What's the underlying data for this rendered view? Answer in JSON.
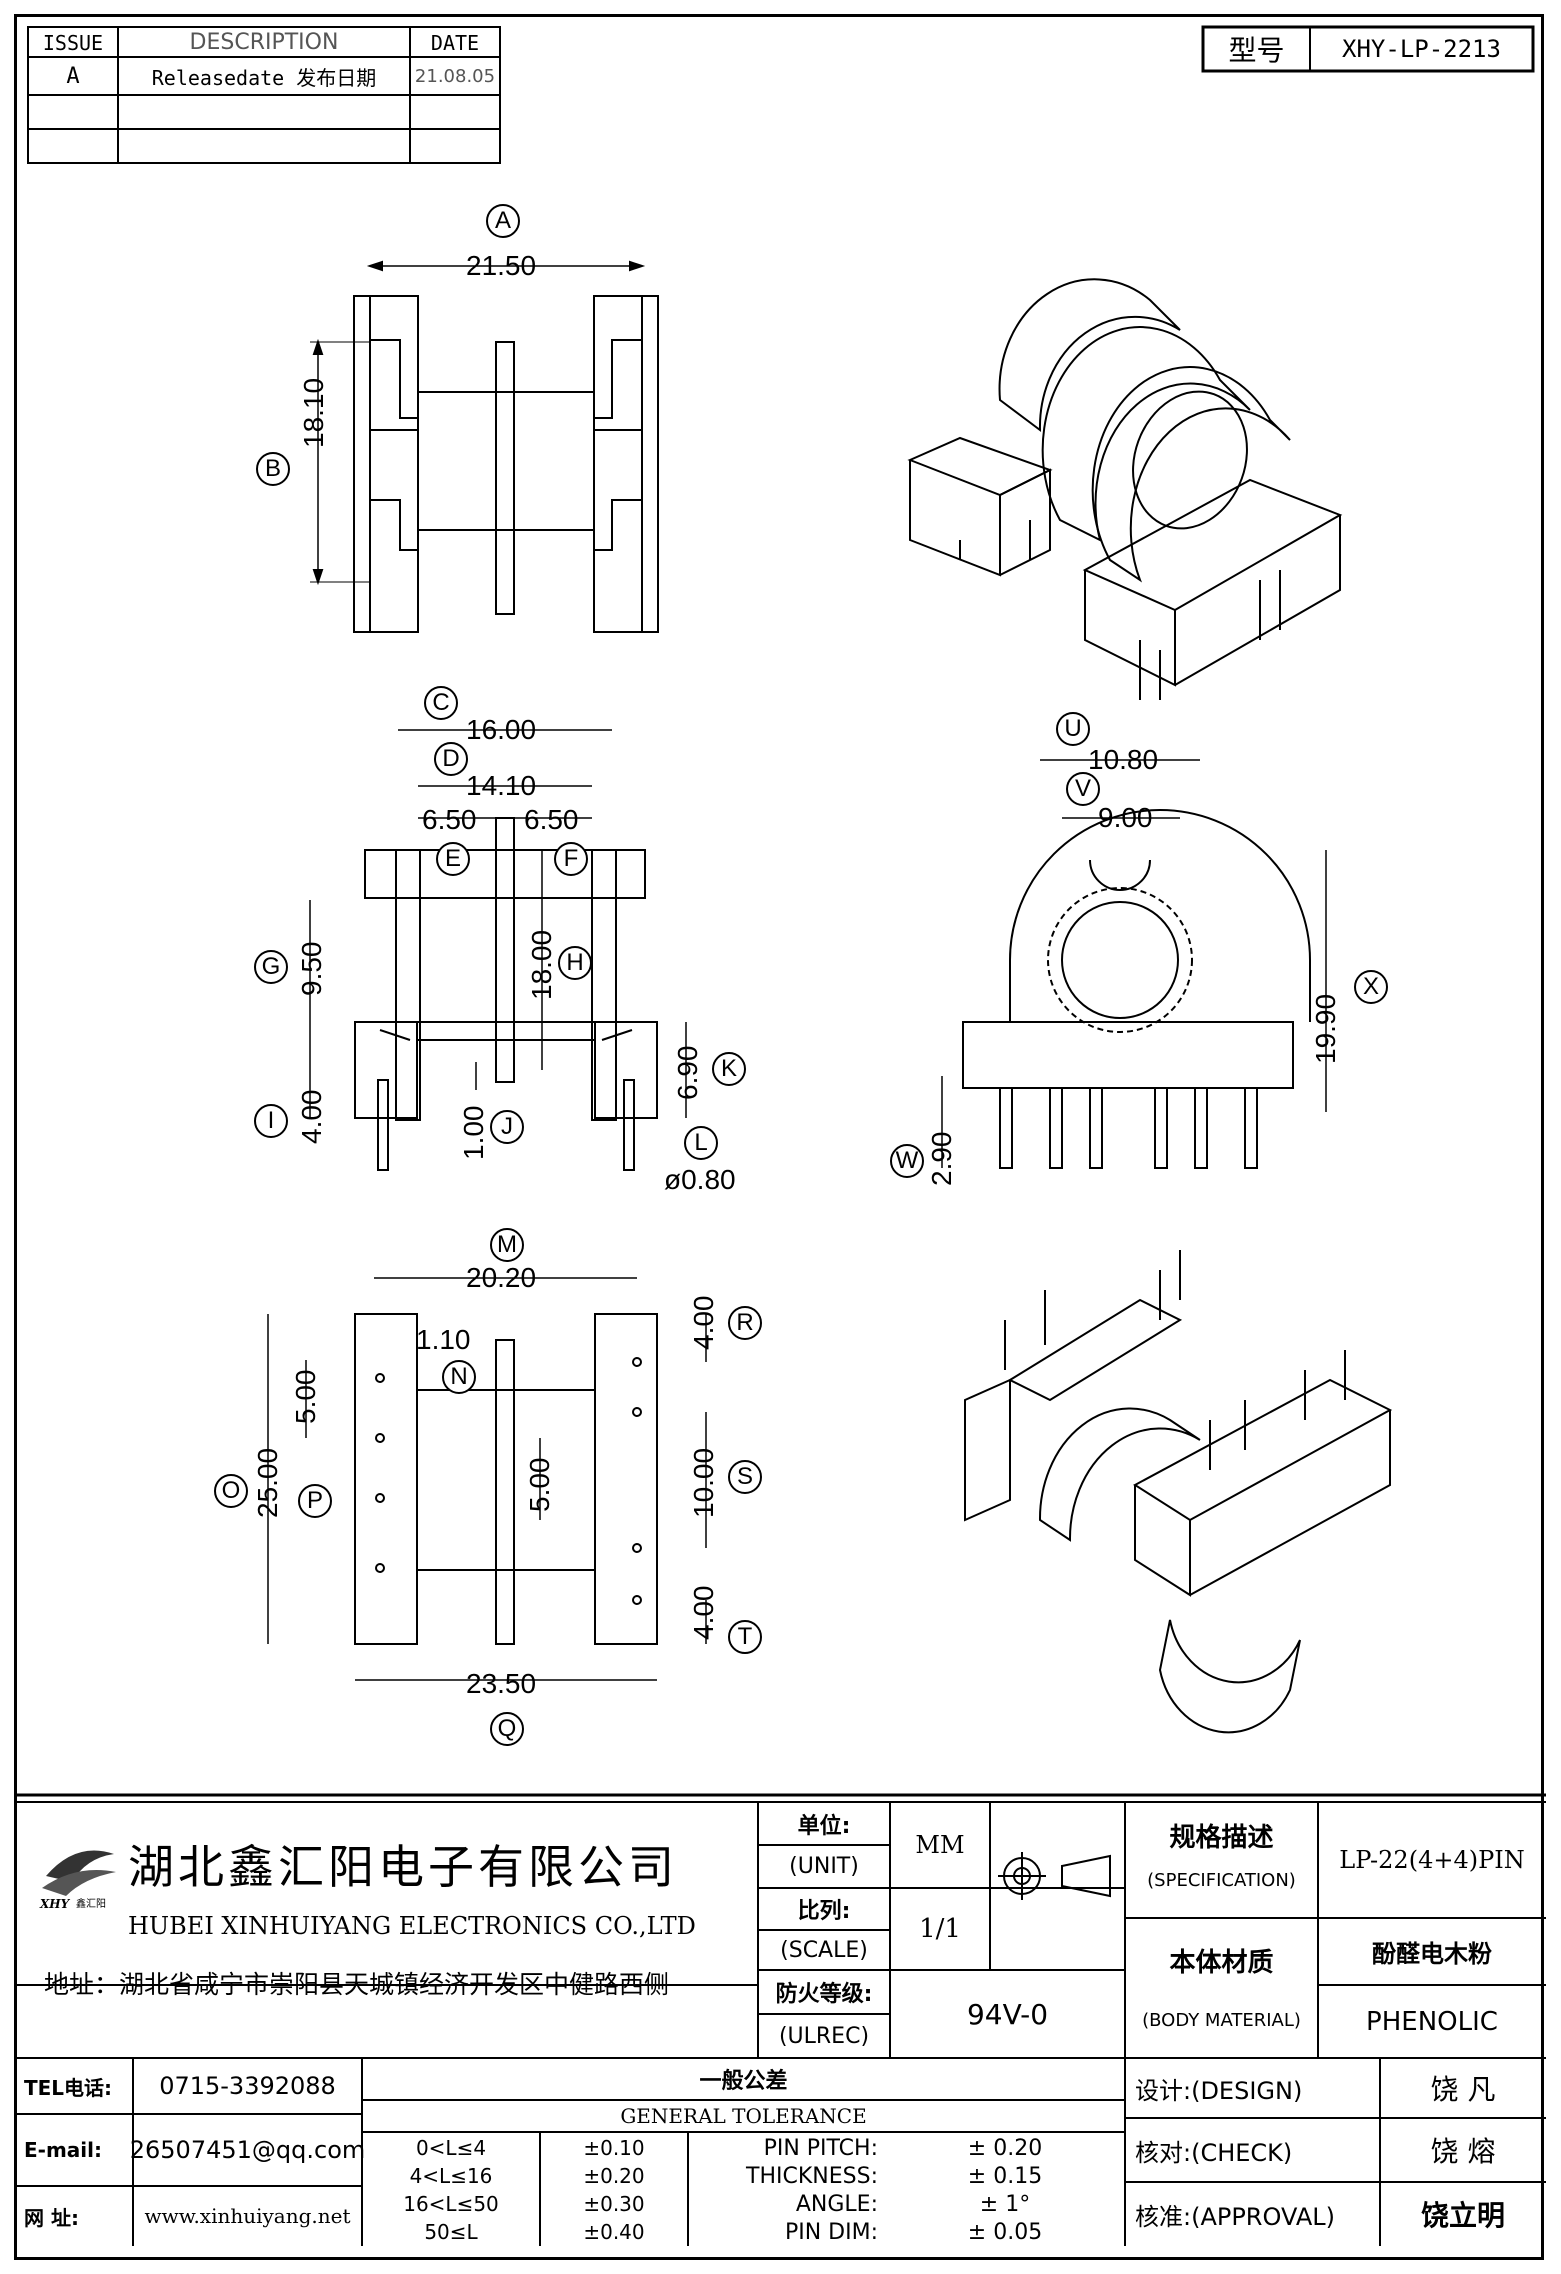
{
  "part_number_label": "型号",
  "part_number": "XHY-LP-2213",
  "revision_table": {
    "headers": [
      "ISSUE",
      "DESCRIPTION",
      "DATE"
    ],
    "rows": [
      {
        "issue": "A",
        "description": "Releasedate 发布日期",
        "date": "21.08.05"
      },
      {
        "issue": "",
        "description": "",
        "date": ""
      },
      {
        "issue": "",
        "description": "",
        "date": ""
      }
    ]
  },
  "dimensions": {
    "a": "21.50",
    "b": "18.10",
    "c": "16.00",
    "d": "14.10",
    "e": "6.50",
    "f": "6.50",
    "g": "9.50",
    "h": "18.00",
    "i": "4.00",
    "j": "1.00",
    "k": "6.90",
    "l": "ø0.80",
    "u": "10.80",
    "v": "9.00",
    "w": "2.90",
    "x": "19.90",
    "m": "20.20",
    "n": "1.10",
    "o": "25.00",
    "p": "5.00",
    "q": "23.50",
    "r": "4.00",
    "s": "10.00",
    "t": "4.00",
    "p2": "5.00"
  },
  "callouts": [
    "A",
    "B",
    "C",
    "D",
    "E",
    "F",
    "G",
    "H",
    "I",
    "J",
    "K",
    "L",
    "M",
    "N",
    "O",
    "P",
    "Q",
    "R",
    "S",
    "T",
    "U",
    "V",
    "W",
    "X"
  ],
  "company": {
    "name_cn": "湖北鑫汇阳电子有限公司",
    "name_en": "HUBEI XINHUIYANG ELECTRONICS CO.,LTD",
    "logo_text": "XHY",
    "logo_sub": "鑫汇阳",
    "address": "地址：湖北省咸宁市崇阳县天城镇经济开发区中健路西侧"
  },
  "title_block": {
    "unit_label": "单位:",
    "unit_label_en": "(UNIT)",
    "unit_value": "MM",
    "scale_label": "比列:",
    "scale_label_en": "(SCALE)",
    "scale_value": "1/1",
    "ulrec_label": "防火等级:",
    "ulrec_label_en": "(ULREC)",
    "ulrec_value": "94V-0",
    "spec_label": "规格描述",
    "spec_label_en": "(SPECIFICATION)",
    "spec_value": "LP-22(4+4)PIN",
    "material_label": "本体材质",
    "material_label_en": "(BODY MATERIAL)",
    "material_value_cn": "酚醛电木粉",
    "material_value_en": "PHENOLIC"
  },
  "contact": {
    "tel_label": "TEL电话:",
    "tel": "0715-3392088",
    "email_label": "E-mail:",
    "email": "26507451@qq.com",
    "web_label": "网  址:",
    "web": "www.xinhuiyang.net"
  },
  "tolerance": {
    "title_cn": "一般公差",
    "title_en": "GENERAL TOLERANCE",
    "ranges": [
      {
        "range": "0<L≤4",
        "tol": "±0.10"
      },
      {
        "range": "4<L≤16",
        "tol": "±0.20"
      },
      {
        "range": "16<L≤50",
        "tol": "±0.30"
      },
      {
        "range": "50≤L",
        "tol": "±0.40"
      }
    ],
    "items": [
      {
        "label": "PIN PITCH:",
        "value": "± 0.20"
      },
      {
        "label": "THICKNESS:",
        "value": "± 0.15"
      },
      {
        "label": "ANGLE:",
        "value": "± 1°"
      },
      {
        "label": "PIN DIM:",
        "value": "± 0.05"
      }
    ]
  },
  "approvals": [
    {
      "label": "设计:(DESIGN)",
      "name": "饶  凡"
    },
    {
      "label": "核对:(CHECK)",
      "name": "饶  熔"
    },
    {
      "label": "核准:(APPROVAL)",
      "name": "饶立明"
    }
  ]
}
